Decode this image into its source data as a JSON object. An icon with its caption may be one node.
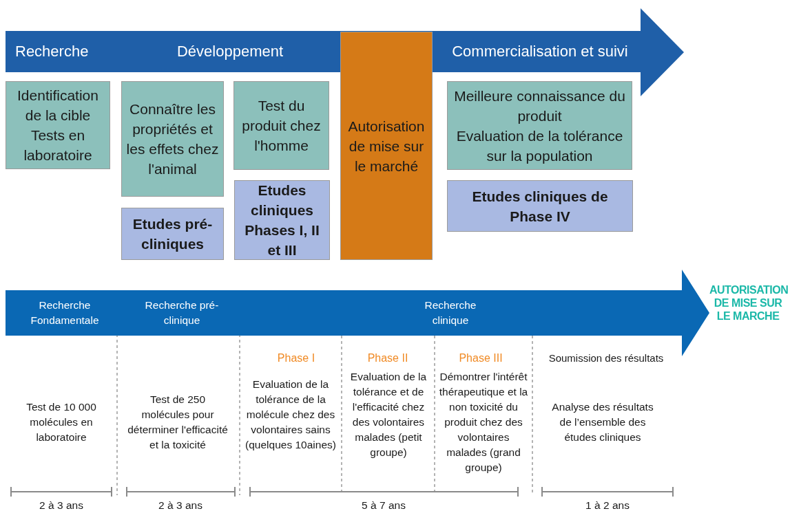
{
  "diagram": {
    "nodes": [
      {
        "text": [
          "Recherche",
          "Développement",
          "Commercialisation et suivi"
        ]
      },
      {
        "text": [
          "Identification de la cible",
          "Tests en laboratoire"
        ]
      },
      {
        "text": [
          "Connaître les propriétés et les effets chez l'animal"
        ]
      },
      {
        "text": [
          "Etudes pré-cliniques"
        ]
      },
      {
        "text": [
          "Test du produit chez l'homme"
        ]
      },
      {
        "text": [
          "Etudes cliniques Phases I, II et III"
        ]
      },
      {
        "text": [
          "Autorisation de mise sur le marché"
        ]
      },
      {
        "text": [
          "Meilleure connaissance du produit",
          "Evaluation de la tolérance sur la population"
        ]
      },
      {
        "text": [
          "Etudes cliniques de Phase IV"
        ]
      },
      {
        "text": [
          "Recherche Fondamentale",
          "Recherche pré-clinique",
          "Recherche clinique"
        ]
      }
    ],
    "edges": [],
    "labels": [
      "AUTORISATION DE MISE SUR LE MARCHE",
      "Phase I",
      "Phase II",
      "Phase III",
      "Soumission des résultats",
      "Test de 10 000 molécules en laboratoire",
      "Test de 250 molécules pour déterminer l'efficacité et la toxicité",
      "Evaluation de la tolérance de la molécule chez des volontaires sains (quelques 10aines)",
      "Evaluation de la tolérance et de l'efficacité chez des volontaires malades (petit groupe)",
      "Démontrer l'intérêt thérapeutique et la non toxicité du produit chez des volontaires malades (grand groupe)",
      "Analyse des résultats de l’ensemble des études cliniques",
      "2 à 3 ans",
      "2 à 3 ans",
      "5 à 7 ans",
      "1 à 2 ans"
    ]
  }
}
